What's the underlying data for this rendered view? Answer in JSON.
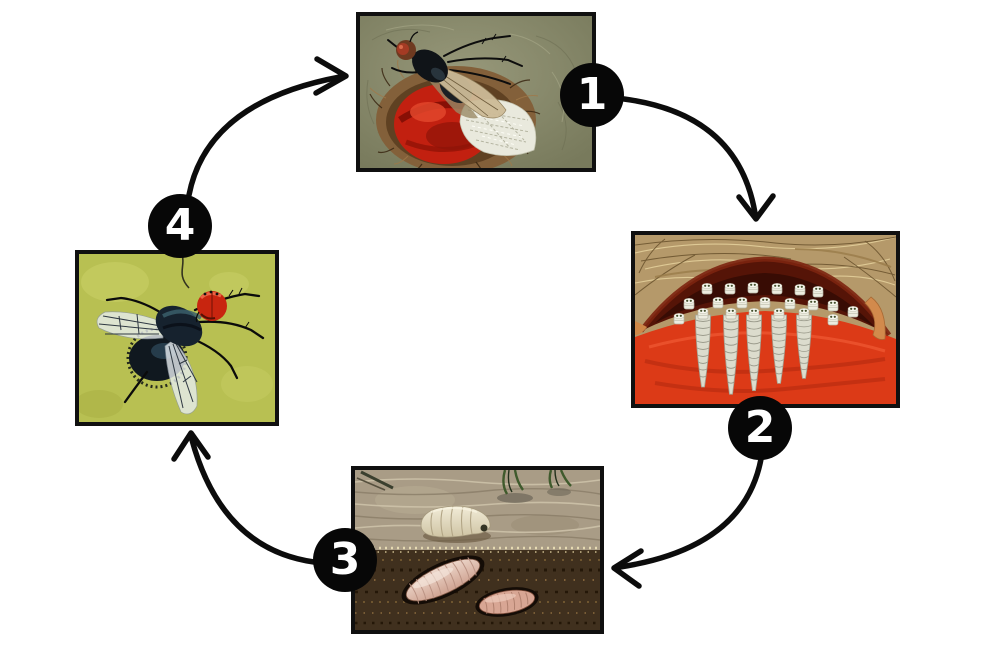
{
  "diagram": {
    "type": "cycle",
    "subject": "fly-life-cycle",
    "stages": [
      {
        "number": "1",
        "icon": "fly-laying-eggs-on-wound-illustration"
      },
      {
        "number": "2",
        "icon": "maggots-feeding-in-wound-illustration"
      },
      {
        "number": "3",
        "icon": "larva-and-pupae-in-soil-illustration"
      },
      {
        "number": "4",
        "icon": "adult-fly-illustration"
      }
    ],
    "colors": {
      "background": "#ffffff",
      "arrow": "#0c0c0c",
      "panel_border": "#101010",
      "badge_bg": "#070707",
      "badge_text": "#ffffff",
      "wound_red": "#c22010",
      "flesh_red": "#dc3a17",
      "larva_ivory": "#dcdccd",
      "pupa_pink": "#d8a694",
      "panel4_bg": "#b8c052"
    }
  }
}
